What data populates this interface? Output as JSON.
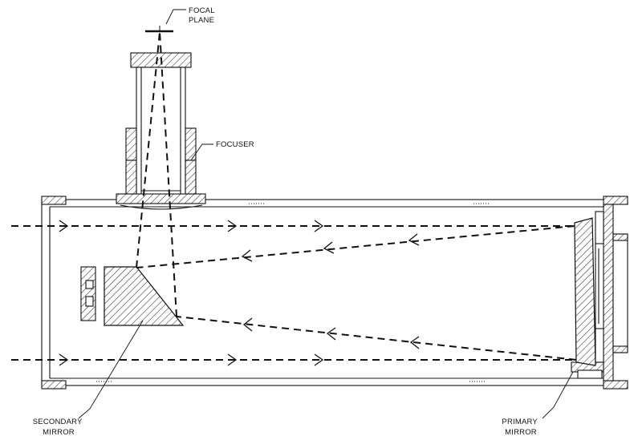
{
  "labels": {
    "focal_plane": [
      "FOCAL",
      "PLANE"
    ],
    "focuser": "FOCUSER",
    "secondary_mirror": [
      "SECONDARY",
      "MIRROR"
    ],
    "primary_mirror": [
      "PRIMARY",
      "MIRROR"
    ]
  },
  "colors": {
    "line": "#111111",
    "background": "#ffffff"
  }
}
